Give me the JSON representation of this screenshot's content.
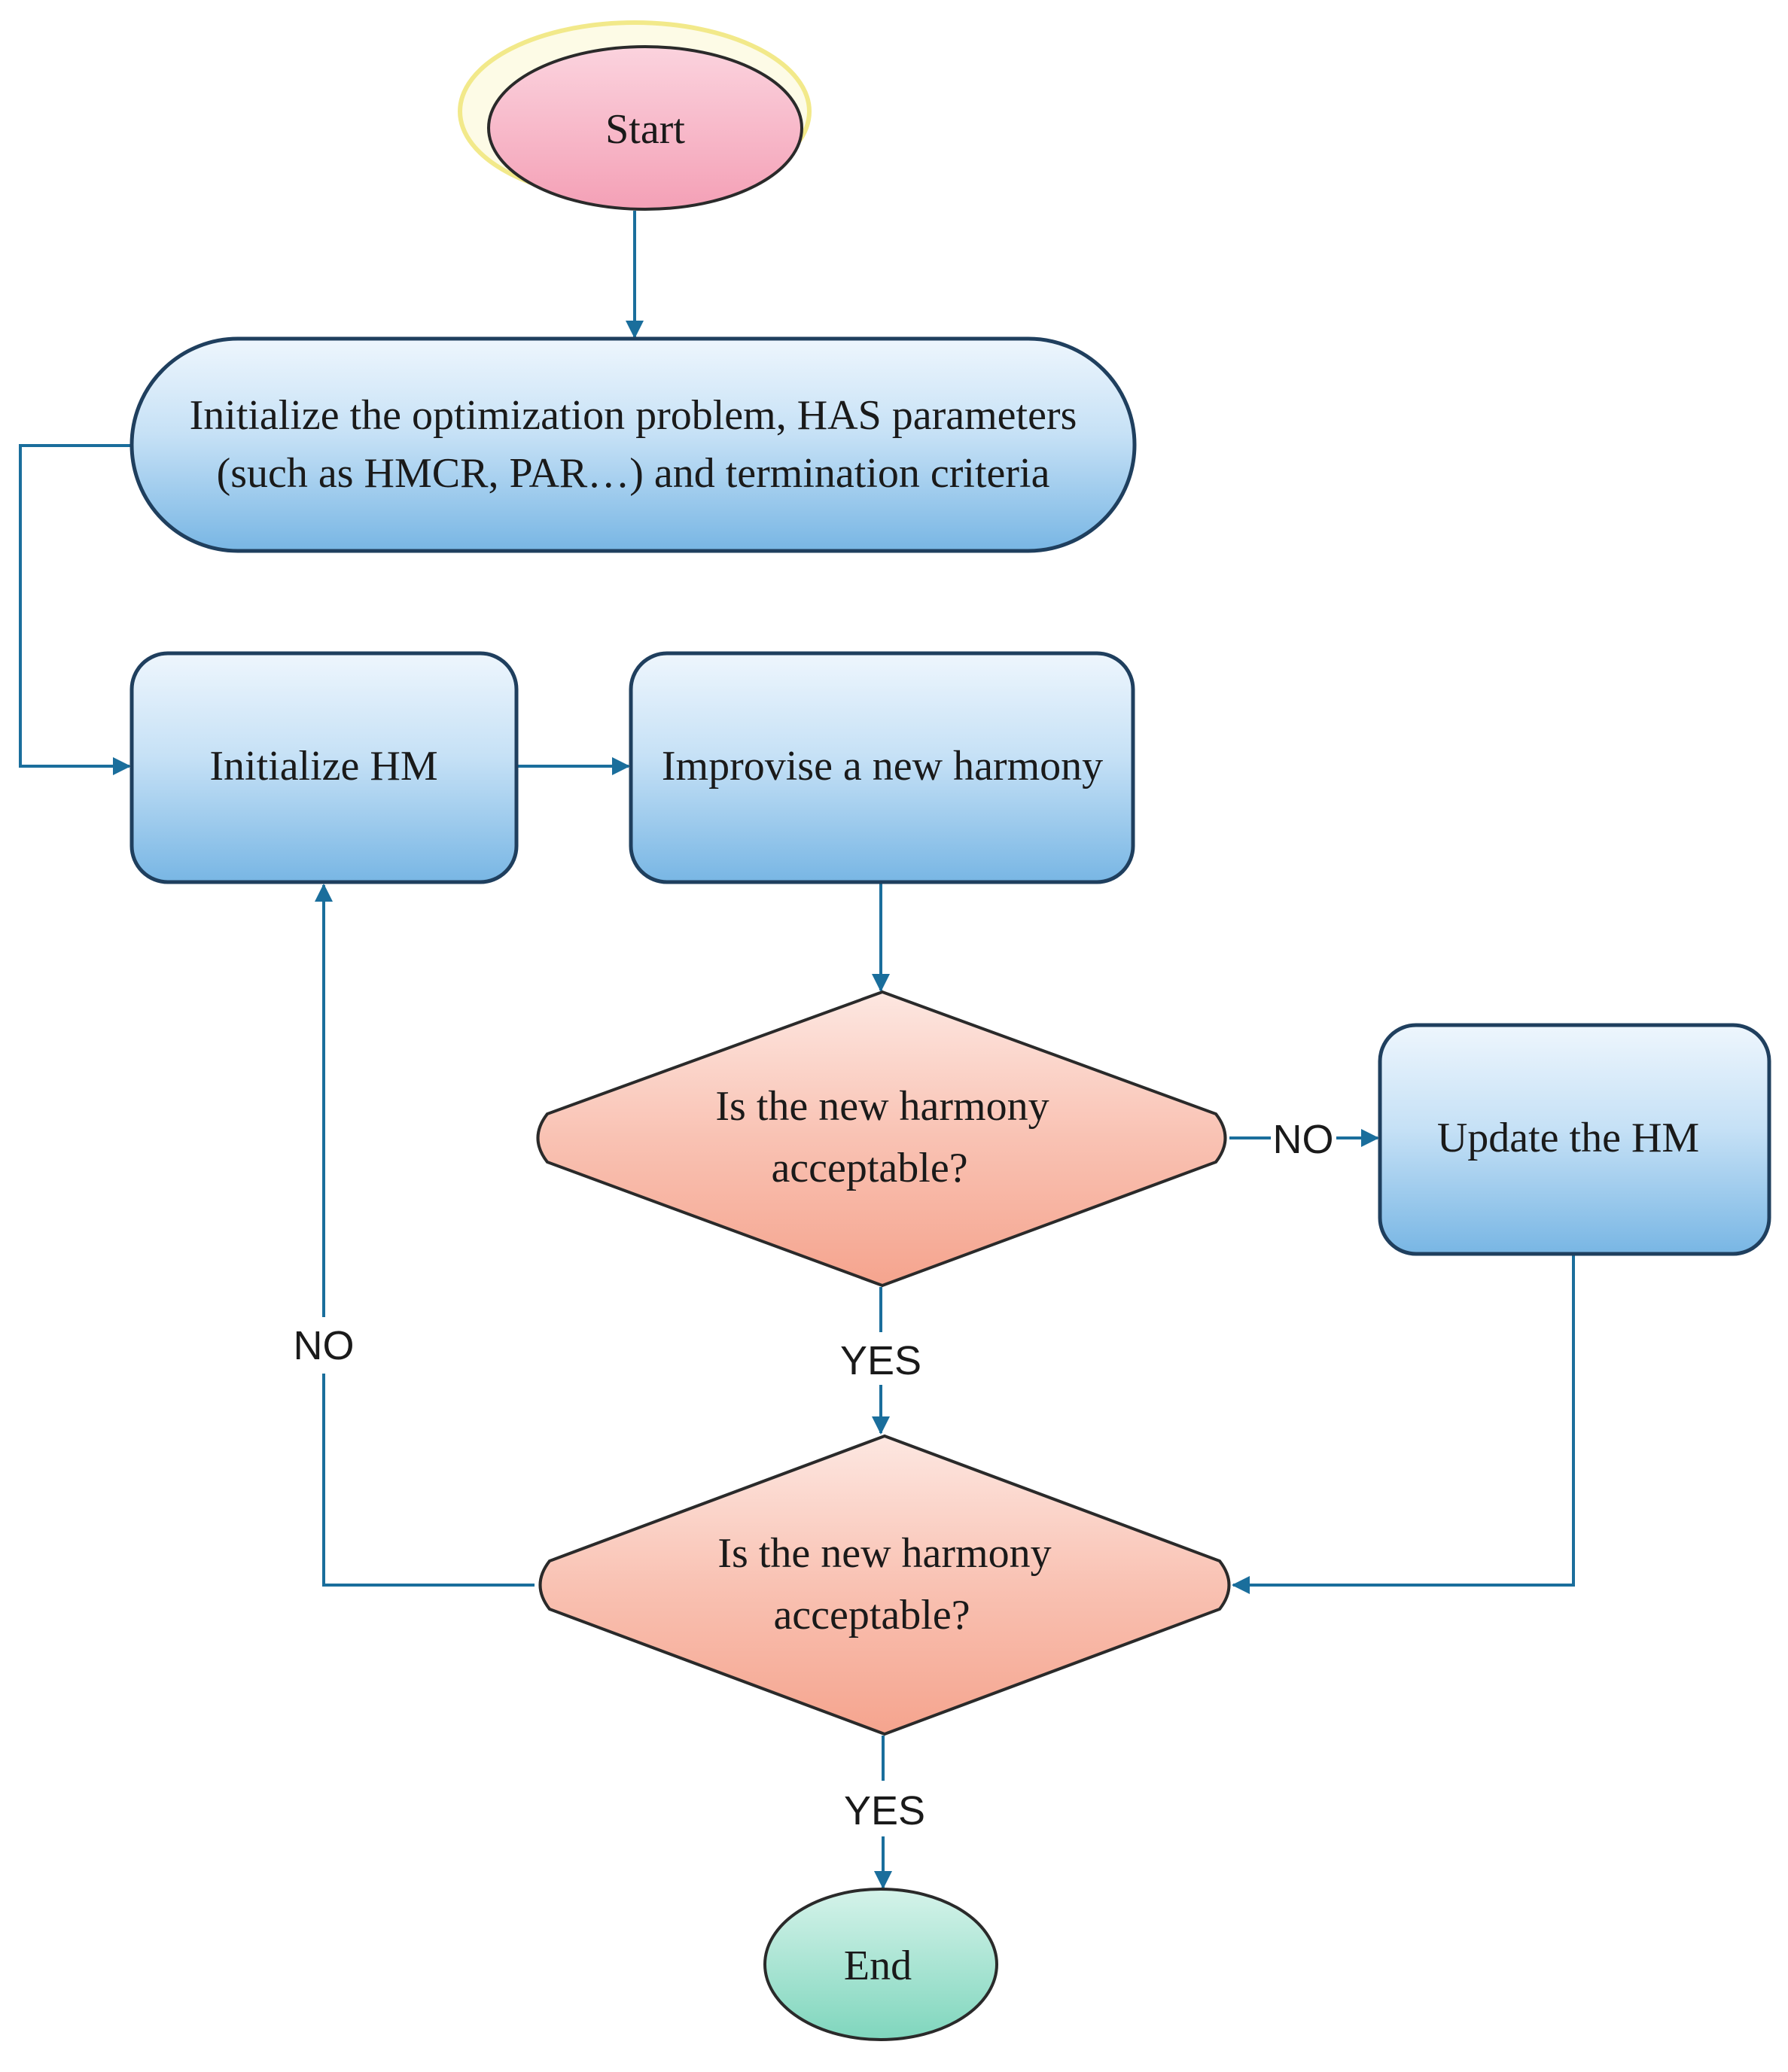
{
  "nodes": {
    "start": {
      "label": "Start"
    },
    "init_problem": {
      "line1": "Initialize the optimization problem, HAS parameters",
      "line2": "(such as HMCR, PAR…) and termination criteria"
    },
    "init_hm": {
      "label": "Initialize HM"
    },
    "improvise": {
      "label": "Improvise a new harmony"
    },
    "decision1": {
      "line1": "Is the new harmony",
      "line2": "acceptable?"
    },
    "update_hm": {
      "label": "Update the HM"
    },
    "decision2": {
      "line1": "Is the new harmony",
      "line2": "acceptable?"
    },
    "end": {
      "label": "End"
    }
  },
  "edges": {
    "d1_no": "NO",
    "d1_yes": "YES",
    "d2_no": "NO",
    "d2_yes": "YES"
  },
  "colors": {
    "connector": "#1a6e9c",
    "box_fill_top": "#e8f3fc",
    "box_fill_bottom": "#7ab8e6",
    "box_stroke": "#1f3f5e",
    "diamond_fill_top": "#fbe1da",
    "diamond_fill_bottom": "#f6a893",
    "start_fill": "#f6a9bd",
    "start_glow": "#f5ec9a",
    "end_fill": "#8ddcc6"
  }
}
